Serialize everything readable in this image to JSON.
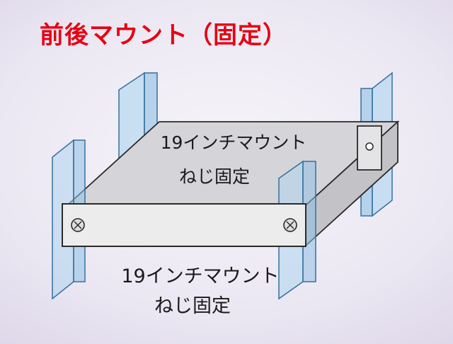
{
  "title": "前後マウント（固定）",
  "labels": {
    "top_mount": {
      "line1": "19インチマウント",
      "line2": "ねじ固定"
    },
    "bottom_mount": {
      "line1": "19インチマウント",
      "line2": "ねじ固定"
    }
  },
  "colors": {
    "title_red": "#e60013",
    "background_lavender": "#d9d2e6",
    "rack_post_blue": "#aed3ee",
    "rack_post_flange_blue": "#8fc0e4",
    "rack_post_stroke": "#35709e",
    "chassis_top_gray": "#d5d4d8",
    "chassis_side_gray": "#c3c2c6",
    "front_panel_gray": "#ececec",
    "outline": "#2a2a2a"
  },
  "icons": {
    "screw_left": "screw-icon",
    "screw_right": "screw-icon",
    "mount_hole": "mount-hole"
  }
}
